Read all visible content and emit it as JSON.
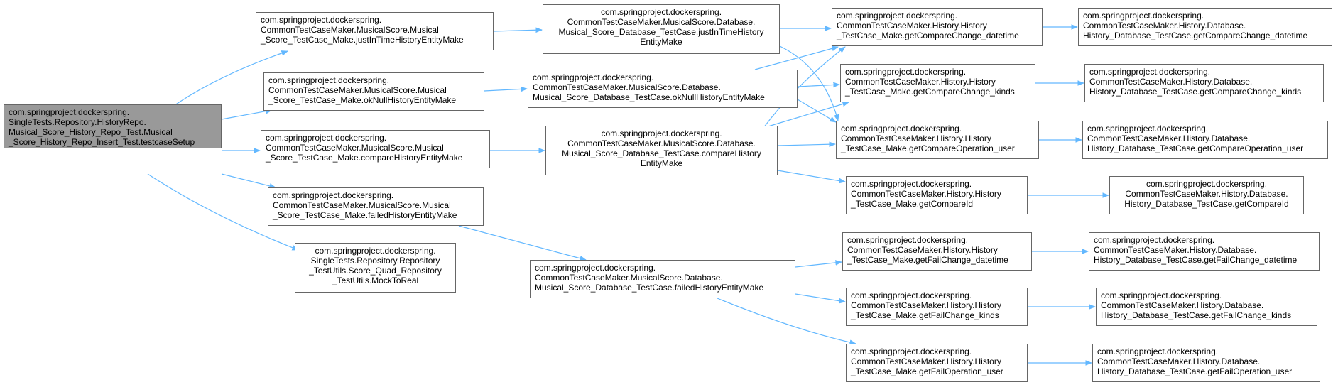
{
  "diagram": {
    "edge_color": "#63b8ff",
    "root_fill": "#999999",
    "node_border": "#666666",
    "nodes": {
      "root": "com.springproject.dockerspring.\nSingleTests.Repository.HistoryRepo.\nMusical_Score_History_Repo_Test.Musical\n_Score_History_Repo_Insert_Test.testcaseSetup",
      "mk_jit": "com.springproject.dockerspring.\nCommonTestCaseMaker.MusicalScore.Musical\n_Score_TestCase_Make.justInTimeHistoryEntityMake",
      "mk_oknull": "com.springproject.dockerspring.\nCommonTestCaseMaker.MusicalScore.Musical\n_Score_TestCase_Make.okNullHistoryEntityMake",
      "mk_compare": "com.springproject.dockerspring.\nCommonTestCaseMaker.MusicalScore.Musical\n_Score_TestCase_Make.compareHistoryEntityMake",
      "mk_failed": "com.springproject.dockerspring.\nCommonTestCaseMaker.MusicalScore.Musical\n_Score_TestCase_Make.failedHistoryEntityMake",
      "utils": "com.springproject.dockerspring.\nSingleTests.Repository.Repository\n_TestUtils.Score_Quad_Repository\n_TestUtils.MockToReal",
      "db_jit": "com.springproject.dockerspring.\nCommonTestCaseMaker.MusicalScore.Database.\nMusical_Score_Database_TestCase.justInTimeHistory\nEntityMake",
      "db_oknull": "com.springproject.dockerspring.\nCommonTestCaseMaker.MusicalScore.Database.\nMusical_Score_Database_TestCase.okNullHistoryEntityMake",
      "db_compare": "com.springproject.dockerspring.\nCommonTestCaseMaker.MusicalScore.Database.\nMusical_Score_Database_TestCase.compareHistory\nEntityMake",
      "db_failed": "com.springproject.dockerspring.\nCommonTestCaseMaker.MusicalScore.Database.\nMusical_Score_Database_TestCase.failedHistoryEntityMake",
      "h_cc_datetime": "com.springproject.dockerspring.\nCommonTestCaseMaker.History.History\n_TestCase_Make.getCompareChange_datetime",
      "h_cc_kinds": "com.springproject.dockerspring.\nCommonTestCaseMaker.History.History\n_TestCase_Make.getCompareChange_kinds",
      "h_co_user": "com.springproject.dockerspring.\nCommonTestCaseMaker.History.History\n_TestCase_Make.getCompareOperation_user",
      "h_cid": "com.springproject.dockerspring.\nCommonTestCaseMaker.History.History\n_TestCase_Make.getCompareId",
      "h_fc_datetime": "com.springproject.dockerspring.\nCommonTestCaseMaker.History.History\n_TestCase_Make.getFailChange_datetime",
      "h_fc_kinds": "com.springproject.dockerspring.\nCommonTestCaseMaker.History.History\n_TestCase_Make.getFailChange_kinds",
      "h_fo_user": "com.springproject.dockerspring.\nCommonTestCaseMaker.History.History\n_TestCase_Make.getFailOperation_user",
      "hd_cc_datetime": "com.springproject.dockerspring.\nCommonTestCaseMaker.History.Database.\nHistory_Database_TestCase.getCompareChange_datetime",
      "hd_cc_kinds": "com.springproject.dockerspring.\nCommonTestCaseMaker.History.Database.\nHistory_Database_TestCase.getCompareChange_kinds",
      "hd_co_user": "com.springproject.dockerspring.\nCommonTestCaseMaker.History.Database.\nHistory_Database_TestCase.getCompareOperation_user",
      "hd_cid": "com.springproject.dockerspring.\nCommonTestCaseMaker.History.Database.\nHistory_Database_TestCase.getCompareId",
      "hd_fc_datetime": "com.springproject.dockerspring.\nCommonTestCaseMaker.History.Database.\nHistory_Database_TestCase.getFailChange_datetime",
      "hd_fc_kinds": "com.springproject.dockerspring.\nCommonTestCaseMaker.History.Database.\nHistory_Database_TestCase.getFailChange_kinds",
      "hd_fo_user": "com.springproject.dockerspring.\nCommonTestCaseMaker.History.Database.\nHistory_Database_TestCase.getFailOperation_user"
    }
  }
}
